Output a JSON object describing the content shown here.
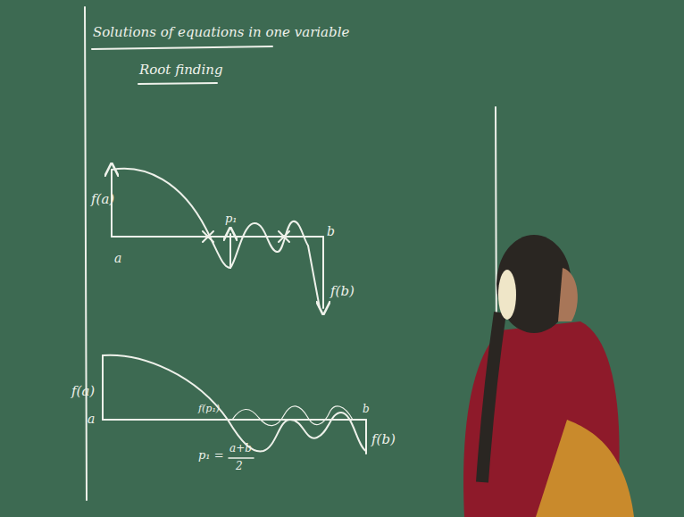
{
  "diagram": {
    "title": "Solutions of equations in one variable",
    "labels": [
      "Root finding",
      "f(a)",
      "a",
      "p₁",
      "b",
      "f(b)",
      "f(a)",
      "a",
      "f(p₁)",
      "b",
      "f(b)",
      "p₁ =",
      "a+b",
      "2"
    ]
  }
}
